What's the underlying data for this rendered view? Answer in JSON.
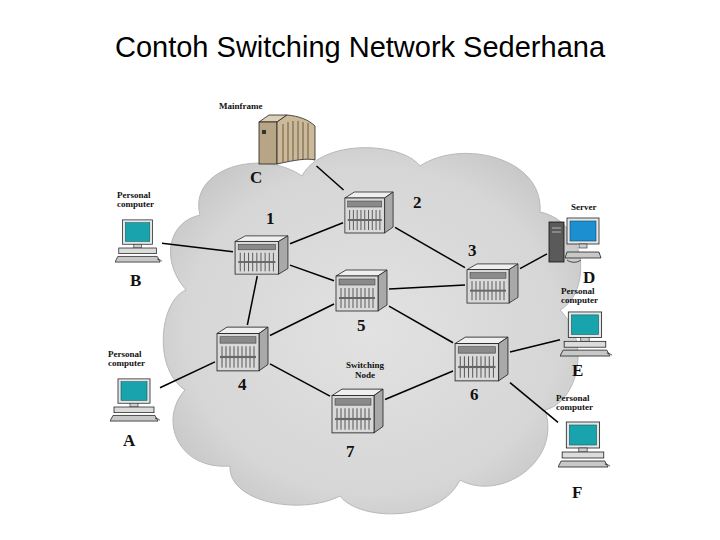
{
  "diagram": {
    "title": "Contoh Switching Network Sederhana",
    "nodes": [
      {
        "text": [
          "Mainframe",
          "C"
        ]
      },
      {
        "text": [
          "1"
        ]
      },
      {
        "text": [
          "2"
        ]
      },
      {
        "text": [
          "Personal computer",
          "B"
        ]
      },
      {
        "text": [
          "Server",
          "D"
        ]
      },
      {
        "text": [
          "3"
        ]
      },
      {
        "text": [
          "5"
        ]
      },
      {
        "text": [
          "Personal computer",
          "E"
        ]
      },
      {
        "text": [
          "4"
        ]
      },
      {
        "text": [
          "Personal computer",
          "A"
        ]
      },
      {
        "text": [
          "6"
        ]
      },
      {
        "text": [
          "Personal computer",
          "F"
        ]
      },
      {
        "text": [
          "7"
        ]
      }
    ],
    "edges": [
      {
        "from": 0,
        "to": 2,
        "arrow": "none"
      },
      {
        "from": 3,
        "to": 1,
        "arrow": "none"
      },
      {
        "from": 1,
        "to": 2,
        "arrow": "none"
      },
      {
        "from": 1,
        "to": 6,
        "arrow": "none"
      },
      {
        "from": 1,
        "to": 8,
        "arrow": "none"
      },
      {
        "from": 2,
        "to": 5,
        "arrow": "none"
      },
      {
        "from": 5,
        "to": 6,
        "arrow": "none"
      },
      {
        "from": 5,
        "to": 4,
        "arrow": "none"
      },
      {
        "from": 8,
        "to": 6,
        "arrow": "none"
      },
      {
        "from": 8,
        "to": 12,
        "arrow": "none"
      },
      {
        "from": 6,
        "to": 10,
        "arrow": "none"
      },
      {
        "from": 12,
        "to": 10,
        "arrow": "none"
      },
      {
        "from": 10,
        "to": 7,
        "arrow": "none"
      },
      {
        "from": 10,
        "to": 11,
        "arrow": "none"
      },
      {
        "from": 9,
        "to": 8,
        "arrow": "none"
      }
    ],
    "labels": [
      "Switching Node"
    ]
  }
}
